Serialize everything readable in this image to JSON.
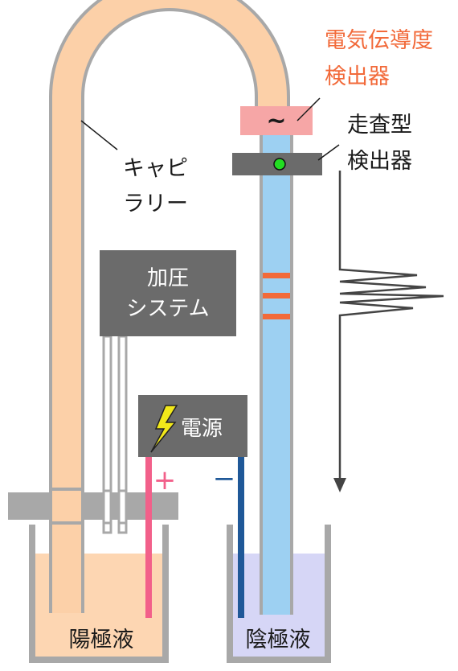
{
  "labels": {
    "conductivity_detector": [
      "電気伝導度",
      "検出器"
    ],
    "conductivity_symbol": "~",
    "scanning_detector": [
      "走査型",
      "検出器"
    ],
    "capillary": [
      "キャピ",
      "ラリー"
    ],
    "pressure_system": [
      "加圧",
      "システム"
    ],
    "power_supply": "電源",
    "plus_sign": "+",
    "minus_sign": "−",
    "anolyte": "陽極液",
    "catholyte": "陰極液"
  },
  "colors": {
    "capillary_fill": "#fcd0a8",
    "capillary_border": "#a8a8a8",
    "column_fill": "#9dd0f2",
    "anolyte_fill": "#fdd6b2",
    "catholyte_fill": "#d6d6f6",
    "box_gray": "#6b6b6b",
    "conductivity_box": "#f6a6a6",
    "conductivity_text": "#f26a3a",
    "band": "#f26a3a",
    "detector_dot": "#22dd22",
    "electrode_plus": "#f2608a",
    "electrode_minus": "#1f5898",
    "bolt": "#f2e81a",
    "text_dark": "#1a1a1a",
    "text_white": "#ffffff"
  }
}
